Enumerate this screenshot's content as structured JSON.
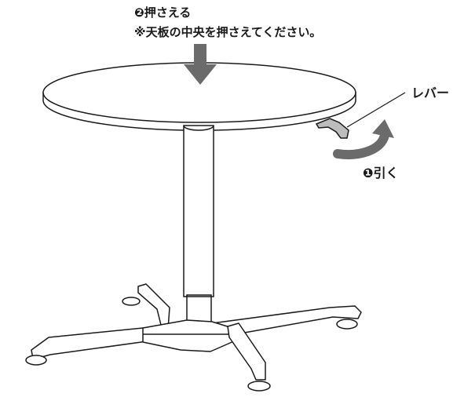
{
  "labels": {
    "step2": "❷押さえる",
    "step2_note": "※天板の中央を押さえてください。",
    "lever": "レバー",
    "step1": "❶引く"
  },
  "colors": {
    "arrow": "#6b6b6b",
    "line": "#1a1a1a",
    "background": "#ffffff"
  },
  "icons": {
    "press_arrow": "down-arrow-icon",
    "pull_arrow": "curved-arrow-icon"
  }
}
